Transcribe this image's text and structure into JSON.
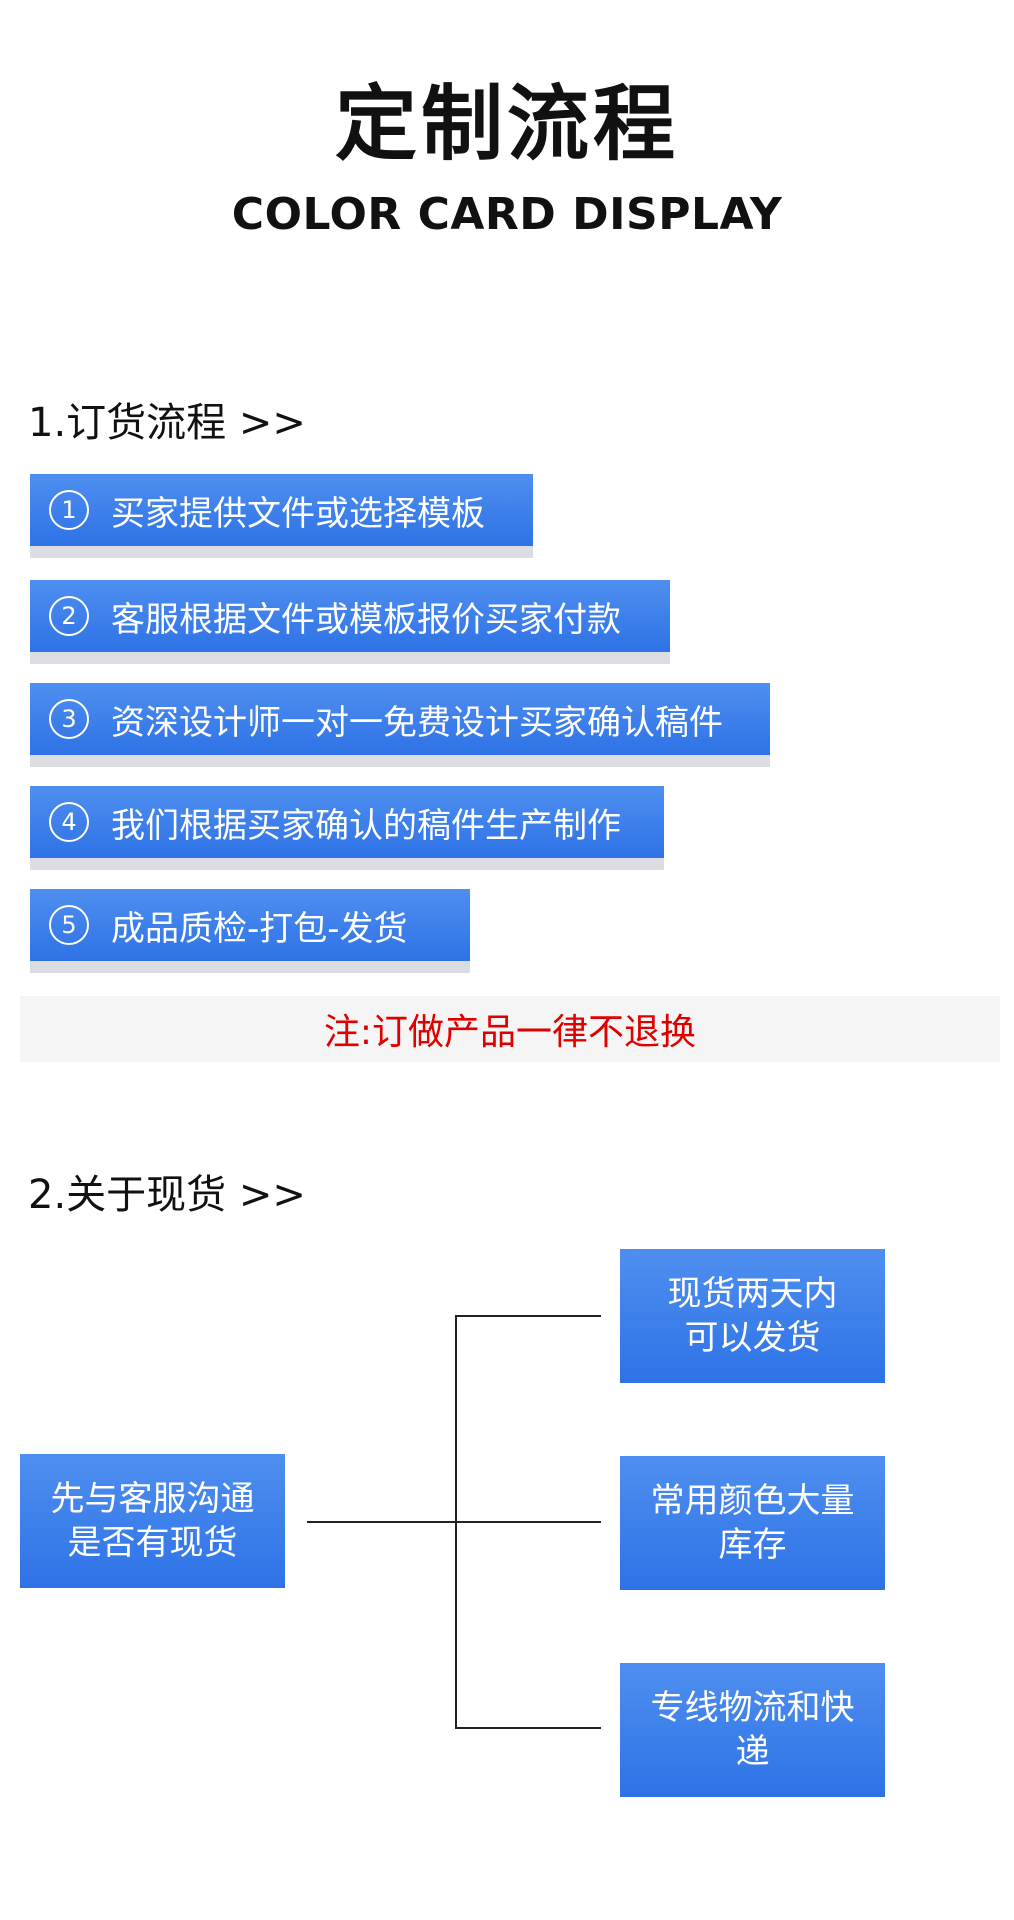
{
  "header": {
    "title": "定制流程",
    "subtitle": "COLOR CARD DISPLAY"
  },
  "section1": {
    "heading": "1.订货流程 >>",
    "steps": [
      {
        "num": "1",
        "label": "买家提供文件或选择模板"
      },
      {
        "num": "2",
        "label": "客服根据文件或模板报价买家付款"
      },
      {
        "num": "3",
        "label": "资深设计师一对一免费设计买家确认稿件"
      },
      {
        "num": "4",
        "label": "我们根据买家确认的稿件生产制作"
      },
      {
        "num": "5",
        "label": "成品质检-打包-发货"
      }
    ],
    "note": "注:订做产品一律不退换",
    "colors": {
      "step_bar": "#2e72e6",
      "note_text": "#e00000"
    }
  },
  "section2": {
    "heading": "2.关于现货 >>",
    "source": {
      "line1": "先与客服沟通",
      "line2": "是否有现货"
    },
    "targets": [
      {
        "line1": "现货两天内",
        "line2": "可以发货"
      },
      {
        "line1": "常用颜色大量",
        "line2": "库存"
      },
      {
        "line1": "专线物流和快",
        "line2": "递"
      }
    ]
  }
}
